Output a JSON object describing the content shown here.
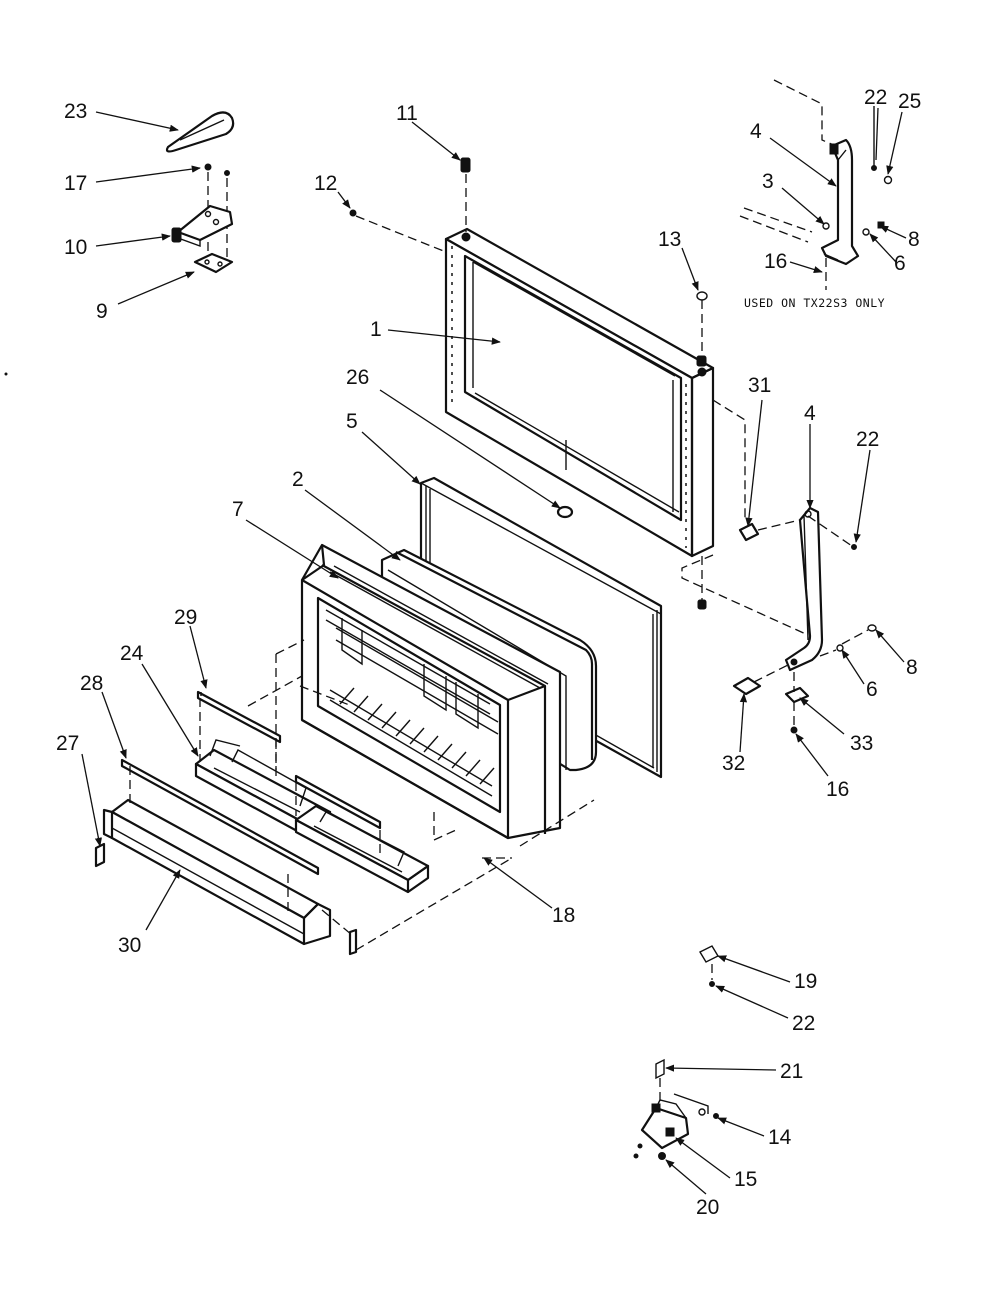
{
  "note": "USED ON TX22S3 ONLY",
  "callouts": [
    {
      "id": "23",
      "label": "23"
    },
    {
      "id": "17",
      "label": "17"
    },
    {
      "id": "10",
      "label": "10"
    },
    {
      "id": "9",
      "label": "9"
    },
    {
      "id": "11",
      "label": "11"
    },
    {
      "id": "12",
      "label": "12"
    },
    {
      "id": "13",
      "label": "13"
    },
    {
      "id": "1",
      "label": "1"
    },
    {
      "id": "26",
      "label": "26"
    },
    {
      "id": "5",
      "label": "5"
    },
    {
      "id": "2",
      "label": "2"
    },
    {
      "id": "7",
      "label": "7"
    },
    {
      "id": "29",
      "label": "29"
    },
    {
      "id": "24",
      "label": "24"
    },
    {
      "id": "28",
      "label": "28"
    },
    {
      "id": "27",
      "label": "27"
    },
    {
      "id": "30",
      "label": "30"
    },
    {
      "id": "18",
      "label": "18"
    },
    {
      "id": "22a",
      "label": "22"
    },
    {
      "id": "25",
      "label": "25"
    },
    {
      "id": "4a",
      "label": "4"
    },
    {
      "id": "3",
      "label": "3"
    },
    {
      "id": "8a",
      "label": "8"
    },
    {
      "id": "6a",
      "label": "6"
    },
    {
      "id": "16a",
      "label": "16"
    },
    {
      "id": "31",
      "label": "31"
    },
    {
      "id": "4b",
      "label": "4"
    },
    {
      "id": "22b",
      "label": "22"
    },
    {
      "id": "8b",
      "label": "8"
    },
    {
      "id": "6b",
      "label": "6"
    },
    {
      "id": "32",
      "label": "32"
    },
    {
      "id": "33",
      "label": "33"
    },
    {
      "id": "16b",
      "label": "16"
    },
    {
      "id": "19",
      "label": "19"
    },
    {
      "id": "22c",
      "label": "22"
    },
    {
      "id": "21",
      "label": "21"
    },
    {
      "id": "14",
      "label": "14"
    },
    {
      "id": "15",
      "label": "15"
    },
    {
      "id": "20",
      "label": "20"
    }
  ]
}
